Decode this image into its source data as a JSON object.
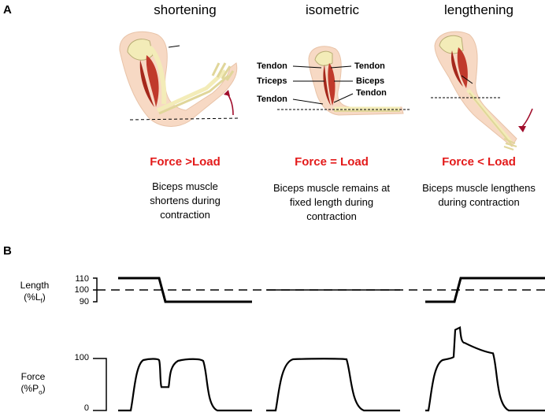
{
  "panel_a": {
    "letter": "A",
    "columns": [
      {
        "title": "shortening",
        "force": "Force >Load",
        "description": [
          "Biceps muscle",
          "shortens during",
          "contraction"
        ]
      },
      {
        "title": "isometric",
        "force": "Force = Load",
        "description": [
          "Biceps muscle remains at",
          "fixed length during",
          "contraction"
        ]
      },
      {
        "title": "lengthening",
        "force": "Force < Load",
        "description": [
          "Biceps muscle lengthens",
          "during contraction"
        ]
      }
    ],
    "anatomy_labels": {
      "tendon_left_top": "Tendon",
      "tendon_right_top": "Tendon",
      "triceps": "Triceps",
      "biceps": "Biceps",
      "tendon_right_mid": "Tendon",
      "tendon_left_bottom": "Tendon"
    }
  },
  "panel_b": {
    "letter": "B",
    "length_label": [
      "Length",
      "(%L",
      "f",
      ")"
    ],
    "force_label": [
      "Force",
      "(%P",
      "o",
      ")"
    ],
    "length_ticks": [
      "110",
      "100",
      "90"
    ],
    "force_ticks": [
      "100",
      "0"
    ]
  },
  "colors": {
    "accent_red": "#e31b1b",
    "muscle": "#c0392b",
    "skin": "#f7d9c4",
    "bone": "#f3ecb8"
  },
  "chart_data": [
    {
      "type": "line",
      "panel": "length",
      "ylim": [
        90,
        110
      ],
      "reference_line": 100,
      "series": [
        {
          "segment": "shortening",
          "values": [
            110,
            110,
            90,
            90
          ]
        },
        {
          "segment": "isometric",
          "values": [
            100,
            100
          ]
        },
        {
          "segment": "lengthening",
          "values": [
            90,
            90,
            110,
            110
          ]
        }
      ]
    },
    {
      "type": "line",
      "panel": "force",
      "ylim": [
        0,
        100
      ],
      "series": [
        {
          "segment": "shortening",
          "values": [
            0,
            100,
            100,
            45,
            45,
            100,
            100,
            0
          ]
        },
        {
          "segment": "isometric",
          "values": [
            0,
            100,
            100,
            0
          ]
        },
        {
          "segment": "lengthening",
          "values": [
            0,
            100,
            100,
            155,
            130,
            110,
            0
          ]
        }
      ]
    }
  ]
}
